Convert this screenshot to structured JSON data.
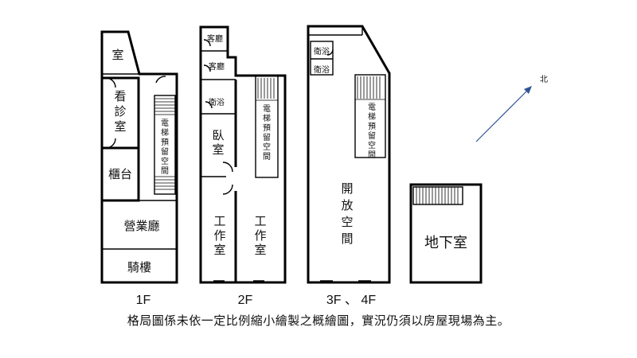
{
  "floors": {
    "f1": {
      "label": "1F",
      "rooms": {
        "room_top": "室",
        "clinic": [
          "看",
          "診",
          "室"
        ],
        "counter": "櫃台",
        "elevator": [
          "電",
          "梯",
          "預",
          "留",
          "空",
          "間"
        ],
        "hall": "營業廳",
        "arcade": "騎樓"
      }
    },
    "f2": {
      "label": "2F",
      "rooms": {
        "living1": "客廳",
        "living2": "客廳",
        "bath": "衛浴",
        "bedroom": [
          "臥",
          "室"
        ],
        "elevator": [
          "電",
          "梯",
          "預",
          "留",
          "空",
          "間"
        ],
        "work1": [
          "工",
          "作",
          "室"
        ],
        "work2": [
          "工",
          "作",
          "室"
        ]
      }
    },
    "f34": {
      "label": "3F 、 4F",
      "rooms": {
        "bath1": "衛浴",
        "bath2": "衛浴",
        "elevator": [
          "電",
          "梯",
          "預",
          "留",
          "空",
          "間"
        ],
        "open": [
          "開",
          "放",
          "空",
          "間"
        ]
      }
    },
    "b1": {
      "rooms": {
        "basement": "地下室"
      }
    }
  },
  "north": {
    "label": "北"
  },
  "note": "格局圖係未依一定比例縮小繪製之概繪圖，實況仍須以房屋現場為主。"
}
